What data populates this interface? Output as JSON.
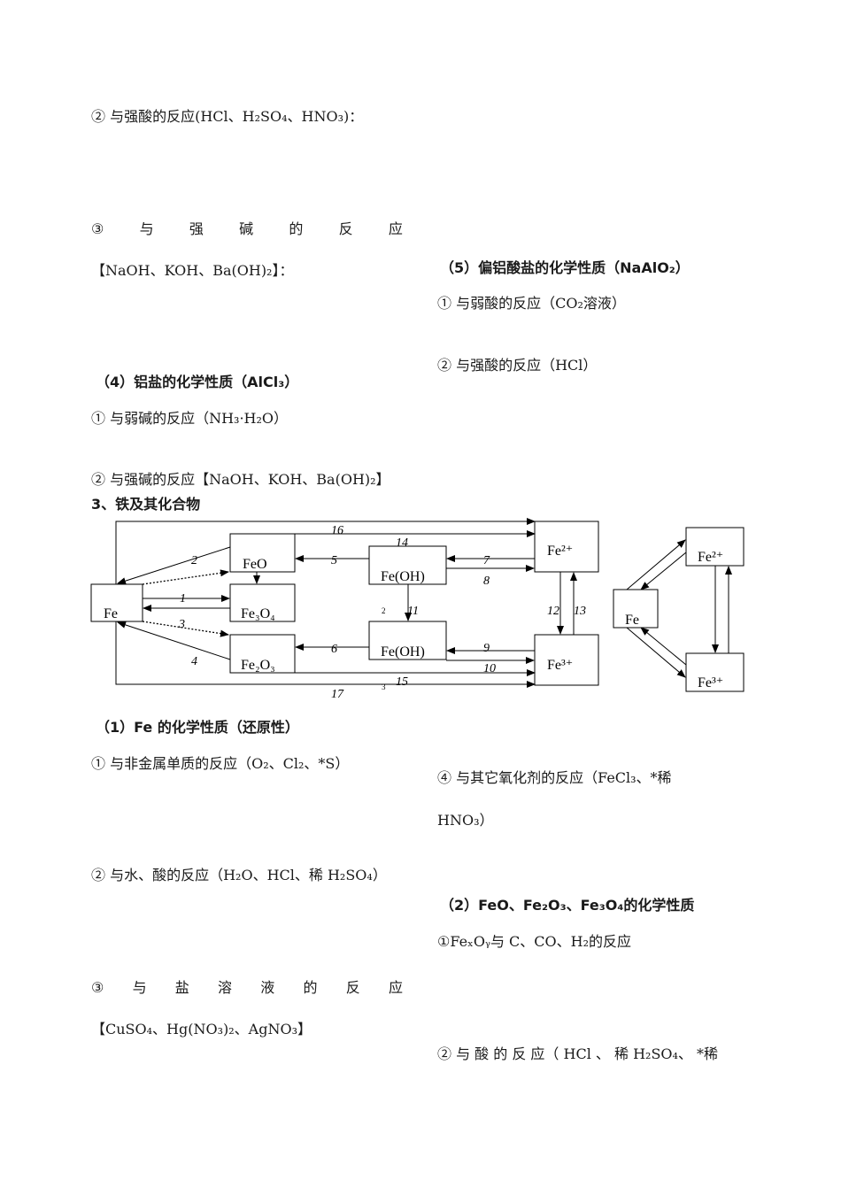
{
  "left": {
    "acid_reaction": "② 与强酸的反应(HCl、H₂SO₄、HNO₃)：",
    "base_prefix": [
      "③",
      "与",
      "强",
      "碱",
      "的",
      "反",
      "应"
    ],
    "base_list": "【NaOH、KOH、Ba(OH)₂】：",
    "al_salt_heading": "（4）铝盐的化学性质（AlCl₃）",
    "al_weak_base": "① 与弱碱的反应（NH₃·H₂O）",
    "al_strong_base": "② 与强碱的反应【NaOH、KOH、Ba(OH)₂】",
    "iron_heading": "3、铁及其化合物",
    "fe_heading": "（1）Fe 的化学性质（还原性）",
    "fe_nonmetal": "① 与非金属单质的反应（O₂、Cl₂、*S）",
    "fe_water_acid": "② 与水、酸的反应（H₂O、HCl、稀 H₂SO₄）",
    "fe_salt_prefix": [
      "③",
      "与",
      "盐",
      "溶",
      "液",
      "的",
      "反",
      "应"
    ],
    "fe_salt_list": "【CuSO₄、Hg(NO₃)₂、AgNO₃】"
  },
  "right": {
    "aluminate_heading": "（5）偏铝酸盐的化学性质（NaAlO₂）",
    "aluminate_weak_acid": "① 与弱酸的反应（CO₂溶液）",
    "aluminate_strong_acid": "② 与强酸的反应（HCl）",
    "fe_other_oxidant": "④ 与其它氧化剂的反应（FeCl₃、*稀",
    "fe_other_oxidant_cont": "HNO₃）",
    "oxide_heading": "（2）FeO、Fe₂O₃、Fe₃O₄的化学性质",
    "oxide_reducer": "①FeₓOᵧ与 C、CO、H₂的反应",
    "oxide_acid": "② 与 酸 的 反 应（ HCl 、 稀 H₂SO₄、 *稀"
  },
  "diagram": {
    "nodes": {
      "fe": "Fe",
      "feo": "FeO",
      "fe3o4": "Fe₃O₄",
      "fe2o3": "Fe₂O₃",
      "feoh_top": "Fe(OH)",
      "feoh_bottom": "Fe(OH)",
      "fe2p": "Fe²⁺",
      "fe3p": "Fe³⁺",
      "tri_fe": "Fe",
      "tri_fe2p": "Fe²⁺",
      "tri_fe3p": "Fe³⁺"
    },
    "subscript_top": "2",
    "subscript_bottom": "3",
    "numbers": [
      "1",
      "2",
      "3",
      "4",
      "5",
      "6",
      "7",
      "8",
      "9",
      "10",
      "11",
      "12",
      "13",
      "14",
      "15",
      "16",
      "17"
    ]
  }
}
